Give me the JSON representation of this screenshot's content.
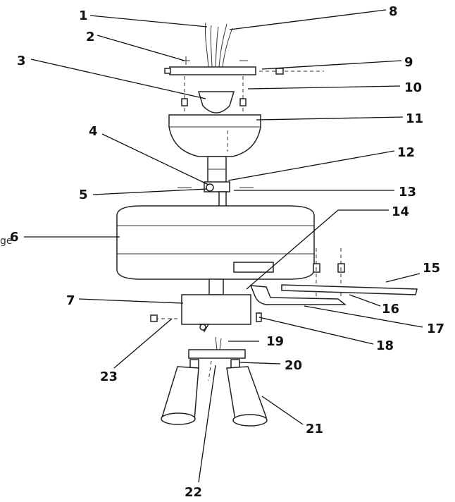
{
  "stray_text": "ge",
  "callouts": [
    "1",
    "2",
    "3",
    "4",
    "5",
    "6",
    "7",
    "8",
    "9",
    "10",
    "11",
    "12",
    "13",
    "14",
    "15",
    "16",
    "17",
    "18",
    "19",
    "20",
    "21",
    "22",
    "23"
  ]
}
